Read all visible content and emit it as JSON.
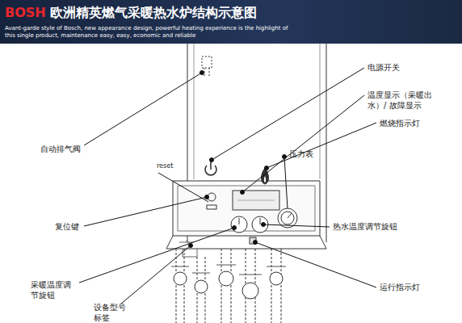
{
  "diagram": {
    "title": "欧洲精英燃气采暖热水炉结构示意图",
    "labels": [
      "BOSH",
      "Avant-garde style of Bosch, new appearance design, powerful heating experience is the highlight of this single product, maintenance easy, easy, economic and reliable",
      "电源开关",
      "温度显示（采暖出 水）/ 故障显示",
      "燃烧指示灯",
      "自动排气阀",
      "压力表",
      "reset",
      "复位键",
      "热水温度调节旋钮",
      "采暖温度调 节旋钮",
      "运行指示灯",
      "设备型号 标签"
    ]
  }
}
